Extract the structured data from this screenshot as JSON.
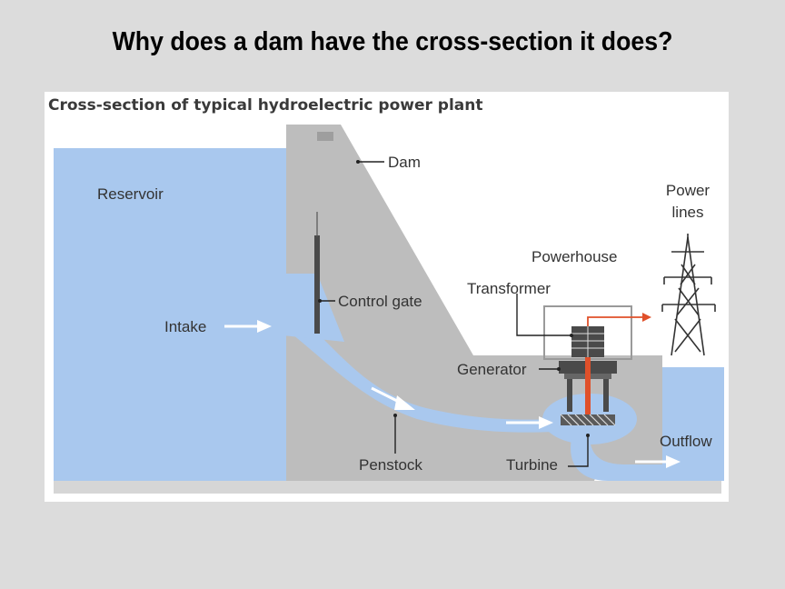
{
  "slide": {
    "title": "Why does a dam have the cross-section it does?"
  },
  "figure": {
    "title": "Cross-section of typical hydroelectric power plant",
    "labels": {
      "dam": "Dam",
      "reservoir": "Reservoir",
      "power_lines_1": "Power",
      "power_lines_2": "lines",
      "powerhouse": "Powerhouse",
      "transformer": "Transformer",
      "control_gate": "Control gate",
      "intake": "Intake",
      "generator": "Generator",
      "outflow": "Outflow",
      "penstock": "Penstock",
      "turbine": "Turbine"
    },
    "colors": {
      "water": "#a9c8ee",
      "dam_concrete": "#bdbdbd",
      "flow_arrow": "#ffffff",
      "shaft": "#e0502a",
      "power_line": "#e0502a",
      "machinery": "#4a4a4a"
    }
  }
}
